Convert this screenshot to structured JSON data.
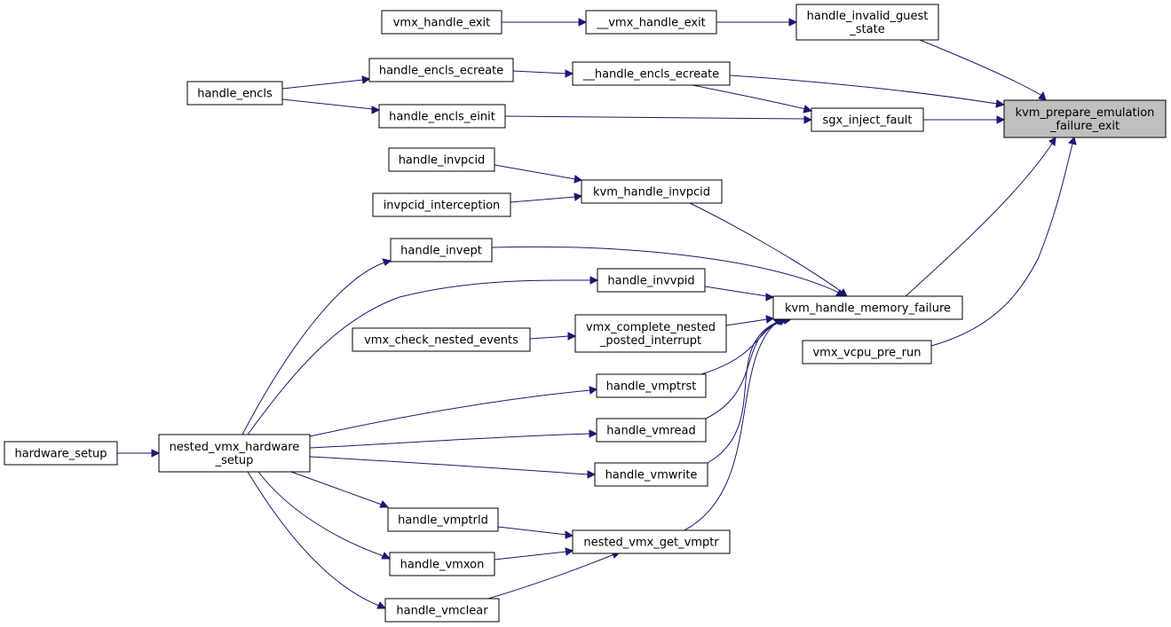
{
  "graph": {
    "edge_color": "#191970",
    "highlight_fill": "#bfbfbf",
    "nodes": {
      "kvm_prepare": {
        "lines": [
          "kvm_prepare_emulation",
          "_failure_exit"
        ]
      },
      "handle_invalid_guest_state": {
        "lines": [
          "handle_invalid_guest",
          "_state"
        ]
      },
      "__vmx_handle_exit": {
        "lines": [
          "__vmx_handle_exit"
        ]
      },
      "vmx_handle_exit": {
        "lines": [
          "vmx_handle_exit"
        ]
      },
      "__handle_encls_ecreate": {
        "lines": [
          "__handle_encls_ecreate"
        ]
      },
      "handle_encls_ecreate": {
        "lines": [
          "handle_encls_ecreate"
        ]
      },
      "handle_encls": {
        "lines": [
          "handle_encls"
        ]
      },
      "sgx_inject_fault": {
        "lines": [
          "sgx_inject_fault"
        ]
      },
      "handle_encls_einit": {
        "lines": [
          "handle_encls_einit"
        ]
      },
      "kvm_handle_memory_failure": {
        "lines": [
          "kvm_handle_memory_failure"
        ]
      },
      "kvm_handle_invpcid": {
        "lines": [
          "kvm_handle_invpcid"
        ]
      },
      "handle_invpcid": {
        "lines": [
          "handle_invpcid"
        ]
      },
      "invpcid_interception": {
        "lines": [
          "invpcid_interception"
        ]
      },
      "handle_invept": {
        "lines": [
          "handle_invept"
        ]
      },
      "nested_vmx_hardware_setup": {
        "lines": [
          "nested_vmx_hardware",
          "_setup"
        ]
      },
      "hardware_setup": {
        "lines": [
          "hardware_setup"
        ]
      },
      "handle_invvpid": {
        "lines": [
          "handle_invvpid"
        ]
      },
      "vmx_complete_nested": {
        "lines": [
          "vmx_complete_nested",
          "_posted_interrupt"
        ]
      },
      "vmx_check_nested_events": {
        "lines": [
          "vmx_check_nested_events"
        ]
      },
      "handle_vmptrst": {
        "lines": [
          "handle_vmptrst"
        ]
      },
      "handle_vmread": {
        "lines": [
          "handle_vmread"
        ]
      },
      "handle_vmwrite": {
        "lines": [
          "handle_vmwrite"
        ]
      },
      "nested_vmx_get_vmptr": {
        "lines": [
          "nested_vmx_get_vmptr"
        ]
      },
      "handle_vmptrld": {
        "lines": [
          "handle_vmptrld"
        ]
      },
      "handle_vmxon": {
        "lines": [
          "handle_vmxon"
        ]
      },
      "handle_vmclear": {
        "lines": [
          "handle_vmclear"
        ]
      },
      "vmx_vcpu_pre_run": {
        "lines": [
          "vmx_vcpu_pre_run"
        ]
      }
    }
  }
}
